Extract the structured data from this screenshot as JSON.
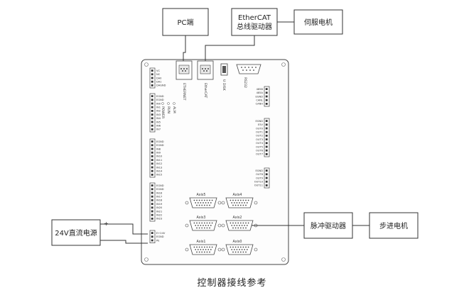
{
  "caption": "控制器接线参考",
  "boxes": {
    "pc": "PC端",
    "ethercat_line1": "EtherCAT",
    "ethercat_line2": "总线驱动器",
    "servo": "伺服电机",
    "psu": "24V直流电源",
    "pulse_driver": "脉冲驱动器",
    "stepper": "步进电机"
  },
  "power_terminal": {
    "plus": "+",
    "minus": "-"
  },
  "ports": {
    "ethernet": "ETHERNET",
    "ethercat": "EtherCAT",
    "u_disk": "U DISK",
    "rs232": "RS232"
  },
  "leds": [
    "POWER",
    "RUN",
    "ALM"
  ],
  "terminals": {
    "top_left": [
      "VC",
      "NC",
      "DA0",
      "DA1",
      "DAGND"
    ],
    "inputs_a": [
      "EGND",
      "EGND",
      "IN0",
      "IN1",
      "IN2",
      "IN3",
      "IN4",
      "IN5",
      "IN6",
      "IN7"
    ],
    "inputs_b": [
      "EGND",
      "EGND",
      "IN8",
      "IN9",
      "IN10",
      "IN11",
      "IN12",
      "IN13",
      "IN14",
      "IN15"
    ],
    "inputs_c": [
      "EGND",
      "EGND",
      "IN16",
      "IN17",
      "IN18",
      "IN19",
      "IN20",
      "IN21",
      "IN22",
      "IN23"
    ],
    "power_in": [
      "E+24V",
      "EGND",
      "PE"
    ],
    "comm": [
      "485B",
      "485A",
      "EGND",
      "CANL",
      "CANH"
    ],
    "outputs_a": [
      "EGND",
      "E5V",
      "OUT0",
      "OUT1",
      "OUT2",
      "OUT3",
      "OUT4",
      "OUT5",
      "OUT6",
      "OUT7"
    ],
    "outputs_b": [
      "EGND",
      "OUT8",
      "OUT9",
      "OUT10",
      "OUT11"
    ]
  },
  "axes": [
    "Axis5",
    "Axis4",
    "Axis3",
    "Axis2",
    "Axis1",
    "Axis0"
  ]
}
